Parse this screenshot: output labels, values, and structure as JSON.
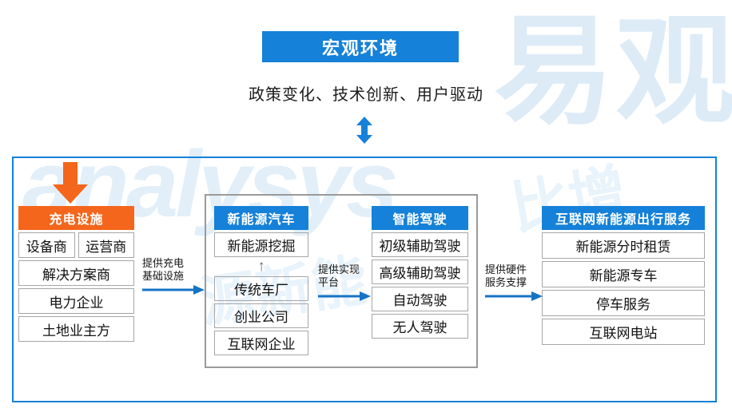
{
  "watermark": {
    "brand_cn": "易观",
    "brand_latin": "analysys",
    "bg_text_1": "源新能",
    "bg_text_2": "比增"
  },
  "macro": {
    "title": "宏观环境",
    "subtitle": "政策变化、技术创新、用户驱动",
    "arrow_icon": "double-vertical-arrow-icon",
    "accent_color": "#1581D8"
  },
  "panel": {
    "border_color": "#1581D8",
    "inbound_arrow_icon": "down-arrow-icon",
    "inbound_arrow_color": "#F4661B",
    "group_border_color": "#9a9a9a"
  },
  "columns": [
    {
      "id": "charging",
      "header": "充电设施",
      "header_color": "#F4661B",
      "rows": [
        [
          "设备商",
          "运营商"
        ],
        [
          "解决方案商"
        ],
        [
          "电力企业"
        ],
        [
          "土地业主方"
        ]
      ]
    },
    {
      "id": "nev",
      "header": "新能源汽车",
      "header_color": "#1581D8",
      "rows": [
        [
          "新能源挖掘"
        ],
        [
          "传统车厂"
        ],
        [
          "创业公司"
        ],
        [
          "互联网企业"
        ]
      ],
      "inner_arrow_icon": "up-arrow-icon",
      "inner_arrow_glyph": "↑"
    },
    {
      "id": "driving",
      "header": "智能驾驶",
      "header_color": "#1581D8",
      "rows": [
        [
          "初级辅助驾驶"
        ],
        [
          "高级辅助驾驶"
        ],
        [
          "自动驾驶"
        ],
        [
          "无人驾驶"
        ]
      ]
    },
    {
      "id": "service",
      "header": "互联网新能源出行服务",
      "header_color": "#1581D8",
      "rows": [
        [
          "新能源分时租赁"
        ],
        [
          "新能源专车"
        ],
        [
          "停车服务"
        ],
        [
          "互联网电站"
        ]
      ]
    }
  ],
  "connectors": [
    {
      "id": "conn-1",
      "label": "提供充电\n基础设施",
      "icon": "right-arrow-icon"
    },
    {
      "id": "conn-2",
      "label": "提供实现\n平台",
      "icon": "right-arrow-icon"
    },
    {
      "id": "conn-3",
      "label": "提供硬件\n服务支撑",
      "icon": "right-arrow-icon"
    }
  ]
}
